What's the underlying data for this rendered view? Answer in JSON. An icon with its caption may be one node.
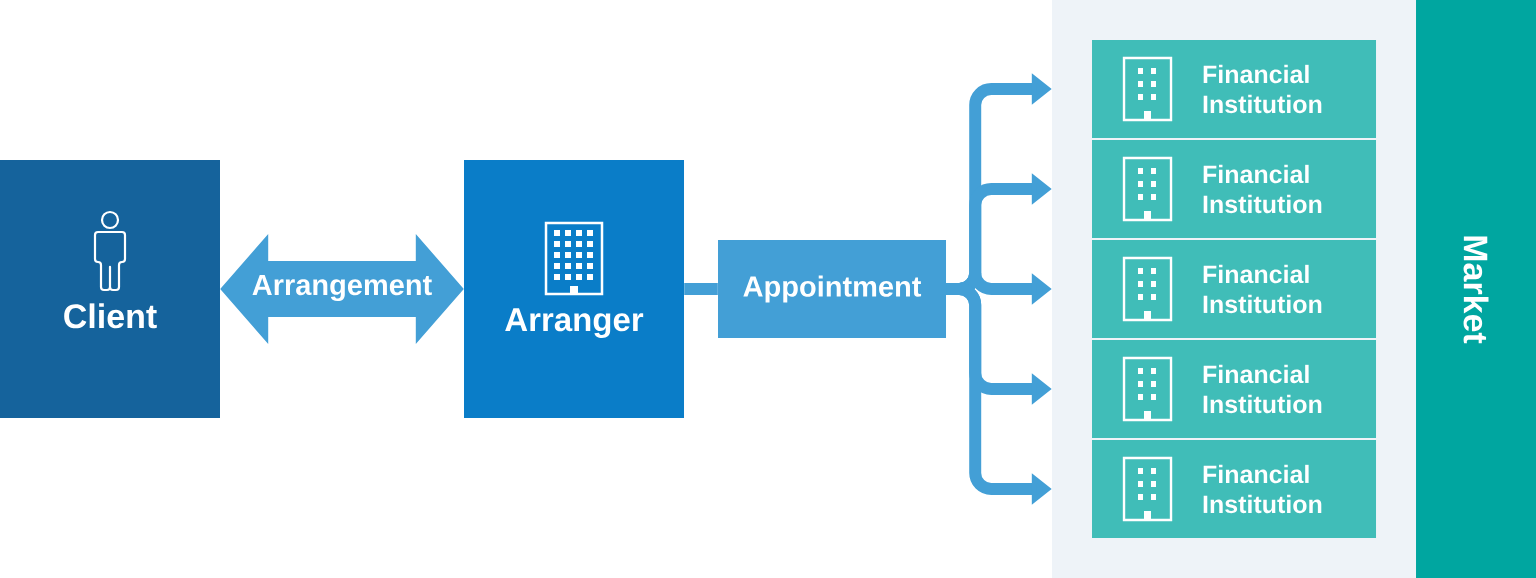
{
  "diagram": {
    "nodes": [
      {
        "text": [
          "Client"
        ]
      },
      {
        "text": [
          "Arranger"
        ]
      },
      {
        "text": [
          "Appointment"
        ]
      },
      {
        "text": [
          "Market"
        ]
      },
      {
        "text": [
          "Financial Institution"
        ]
      },
      {
        "text": [
          "Financial Institution"
        ]
      },
      {
        "text": [
          "Financial Institution"
        ]
      },
      {
        "text": [
          "Financial Institution"
        ]
      },
      {
        "text": [
          "Financial Institution"
        ]
      }
    ],
    "edges": [
      {
        "from": 0,
        "to": 1,
        "arrow": "both",
        "label": "Arrangement"
      },
      {
        "from": 1,
        "to": 2,
        "arrow": "none"
      },
      {
        "from": 2,
        "to": 4,
        "arrow": "to"
      },
      {
        "from": 2,
        "to": 5,
        "arrow": "to"
      },
      {
        "from": 2,
        "to": 6,
        "arrow": "to"
      },
      {
        "from": 2,
        "to": 7,
        "arrow": "to"
      },
      {
        "from": 2,
        "to": 8,
        "arrow": "to"
      }
    ]
  }
}
